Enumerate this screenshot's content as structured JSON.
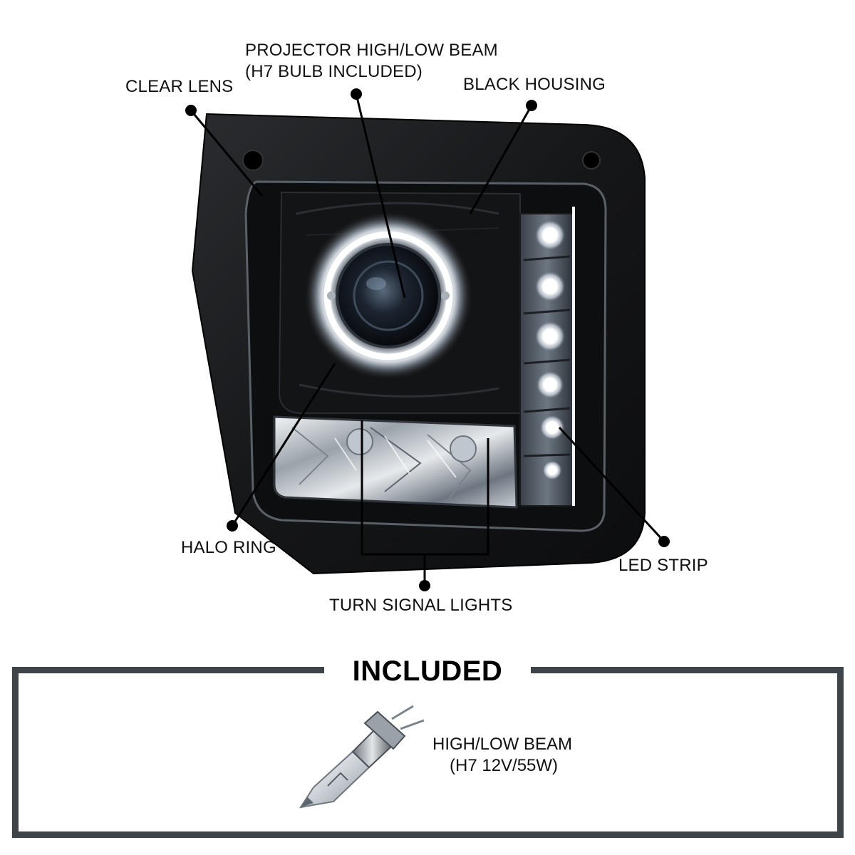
{
  "callouts": {
    "projector": {
      "line1": "PROJECTOR HIGH/LOW BEAM",
      "line2": "(H7 BULB INCLUDED)"
    },
    "clear_lens": "CLEAR LENS",
    "black_housing": "BLACK HOUSING",
    "halo_ring": "HALO RING",
    "led_strip": "LED STRIP",
    "turn_signal": "TURN SIGNAL LIGHTS"
  },
  "included": {
    "title": "INCLUDED",
    "item": {
      "line1": "HIGH/LOW BEAM",
      "line2": "(H7 12V/55W)",
      "icon": "h7-bulb-icon"
    }
  },
  "colors": {
    "housing": "#1a1b1d",
    "frame": "#3f4448",
    "leader": "#000000",
    "halo": "#ffffff"
  }
}
